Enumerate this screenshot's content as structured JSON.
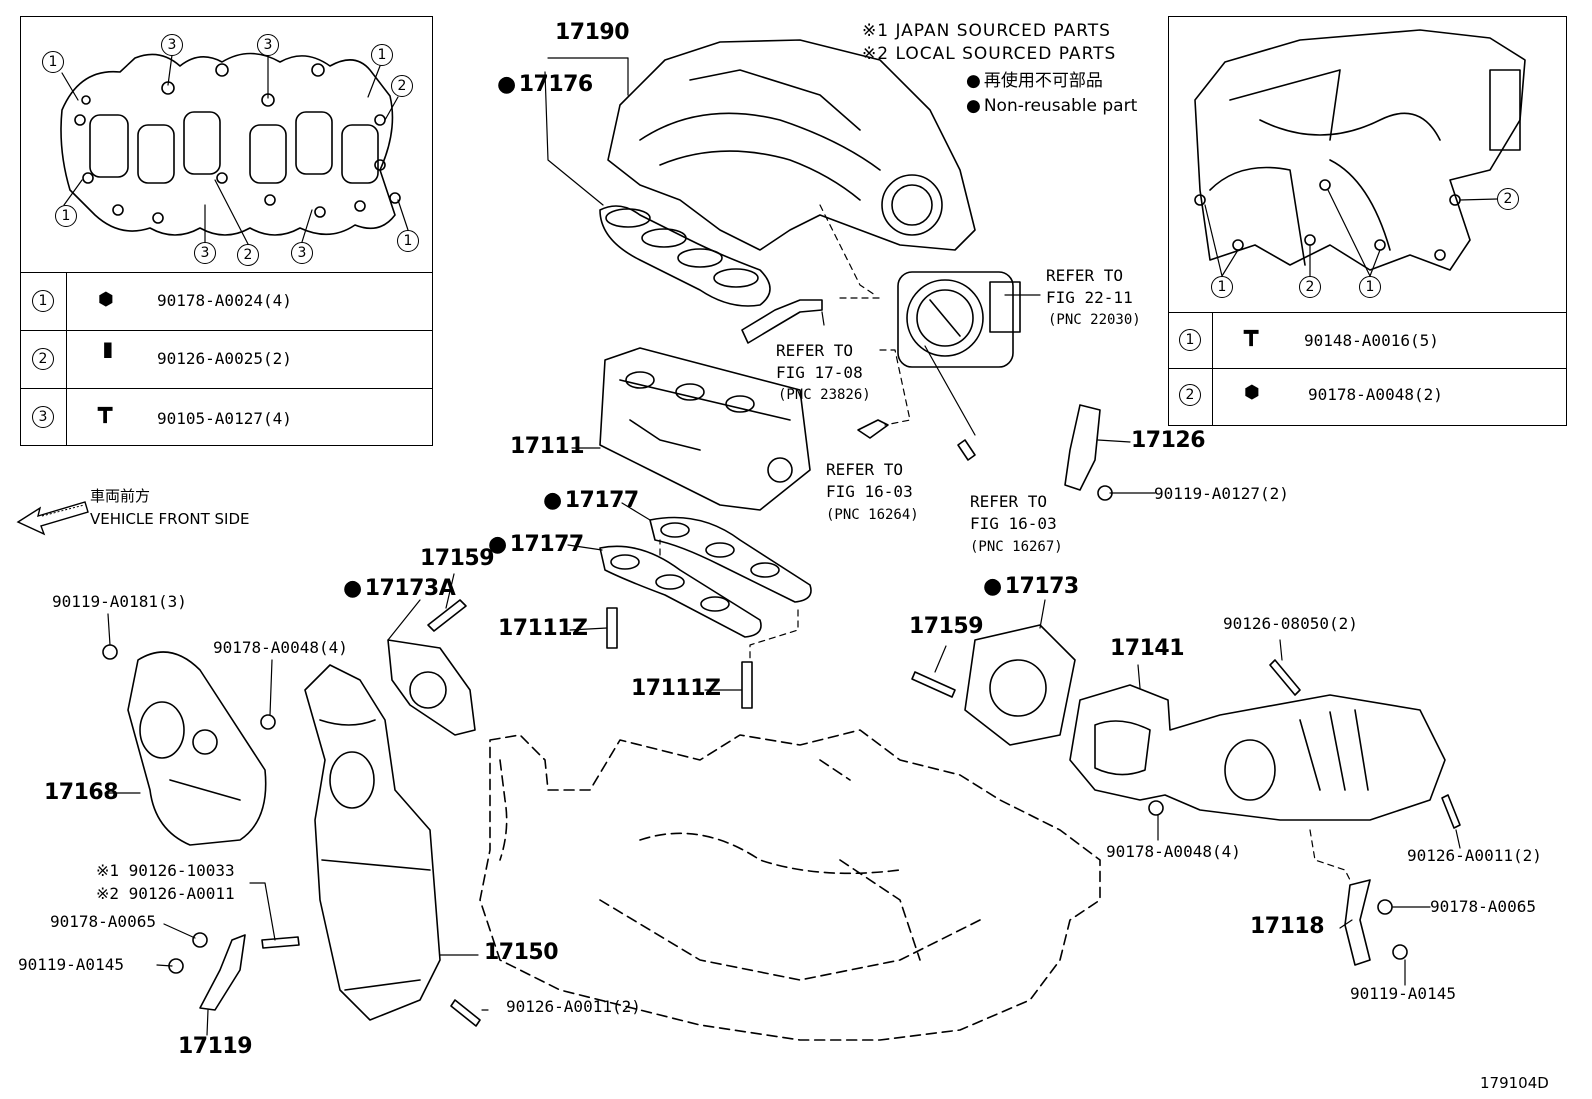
{
  "notes": {
    "japan_sourced": "※1 JAPAN SOURCED PARTS",
    "local_sourced": "※2 LOCAL SOURCED PARTS",
    "non_reusable_jp": "再使用不可部品",
    "non_reusable_en": "Non-reusable part"
  },
  "direction": {
    "jp": "車両前方",
    "en": "VEHICLE FRONT SIDE"
  },
  "left_inset": {
    "markers": [
      "1",
      "2",
      "3"
    ],
    "table": [
      {
        "key": "1",
        "part": "90178-A0024(4)",
        "icon": "nut-icon"
      },
      {
        "key": "2",
        "part": "90126-A0025(2)",
        "icon": "stud-icon"
      },
      {
        "key": "3",
        "part": "90105-A0127(4)",
        "icon": "bolt-icon"
      }
    ]
  },
  "right_inset": {
    "markers": [
      "1",
      "2"
    ],
    "table": [
      {
        "key": "1",
        "part": "90148-A0016(5)",
        "icon": "bolt-icon"
      },
      {
        "key": "2",
        "part": "90178-A0048(2)",
        "icon": "nut-icon"
      }
    ]
  },
  "refs": {
    "fig_22_11": {
      "l1": "REFER TO",
      "l2": "FIG 22-11",
      "l3": "(PNC 22030)"
    },
    "fig_17_08": {
      "l1": "REFER TO",
      "l2": "FIG 17-08",
      "l3": "(PNC 23826)"
    },
    "fig_16_03a": {
      "l1": "REFER TO",
      "l2": "FIG 16-03",
      "l3": "(PNC 16264)"
    },
    "fig_16_03b": {
      "l1": "REFER TO",
      "l2": "FIG 16-03",
      "l3": "(PNC 16267)"
    }
  },
  "parts": {
    "p17190": "17190",
    "p17176": "17176",
    "p17111": "17111",
    "p17177a": "17177",
    "p17177b": "17177",
    "p17159a": "17159",
    "p17173A": "17173A",
    "p17111Za": "17111Z",
    "p17111Zb": "17111Z",
    "p17126": "17126",
    "p90119_A0127": "90119-A0127(2)",
    "p17173": "17173",
    "p17159b": "17159",
    "p17141": "17141",
    "p90126_08050": "90126-08050(2)",
    "p90119_A0181": "90119-A0181(3)",
    "p90178_A0048_4": "90178-A0048(4)",
    "p17168": "17168",
    "p90178_A0048_4b": "90178-A0048(4)",
    "p90126_A0011_2r": "90126-A0011(2)",
    "p90126_10033": "※1 90126-10033",
    "p90126_A0011": "※2 90126-A0011",
    "p90178_A0065": "90178-A0065",
    "p90119_A0145": "90119-A0145",
    "p17150": "17150",
    "p90126_A0011_2": "90126-A0011(2)",
    "p17119": "17119",
    "p17118": "17118",
    "p90178_A0065r": "90178-A0065",
    "p90119_A0145r": "90119-A0145"
  },
  "figure_id": "179104D"
}
